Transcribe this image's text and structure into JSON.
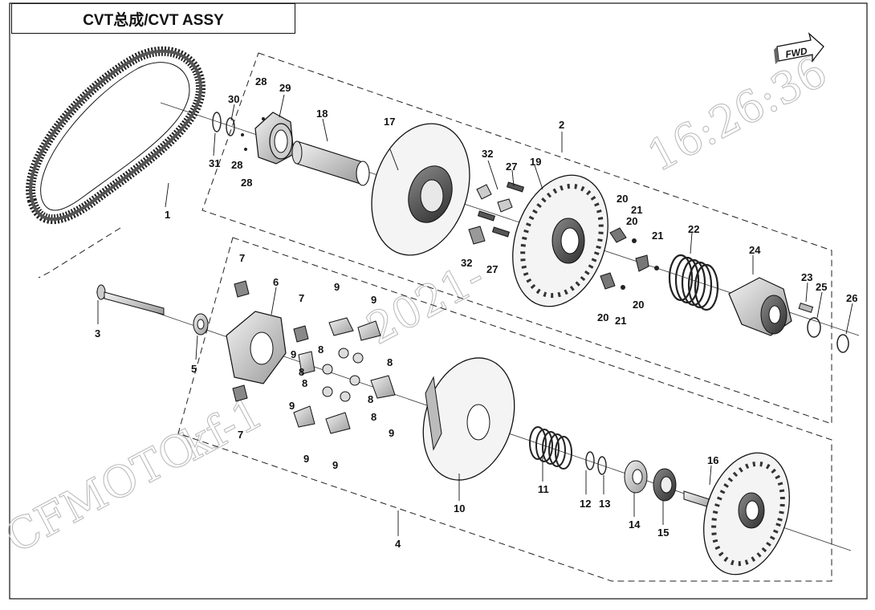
{
  "title": "CVT总成/CVT ASSY",
  "fwd_label": "FWD",
  "watermark": {
    "brand": "CFMOTO",
    "code": "kf-1",
    "date": "2021-",
    "time": "16:26:36"
  },
  "callouts": [
    "1",
    "2",
    "3",
    "4",
    "5",
    "6",
    "7",
    "7",
    "7",
    "8",
    "8",
    "8",
    "8",
    "8",
    "8",
    "9",
    "9",
    "9",
    "9",
    "9",
    "9",
    "9",
    "10",
    "11",
    "12",
    "13",
    "14",
    "15",
    "16",
    "17",
    "18",
    "19",
    "20",
    "20",
    "20",
    "20",
    "21",
    "21",
    "21",
    "22",
    "23",
    "24",
    "25",
    "26",
    "27",
    "27",
    "28",
    "28",
    "28",
    "29",
    "30",
    "31",
    "32",
    "32"
  ],
  "colors": {
    "line": "#111111",
    "part_fill": "#d9d9d9",
    "part_dark": "#5a5a5a",
    "watermark": "#bdbdbd"
  }
}
